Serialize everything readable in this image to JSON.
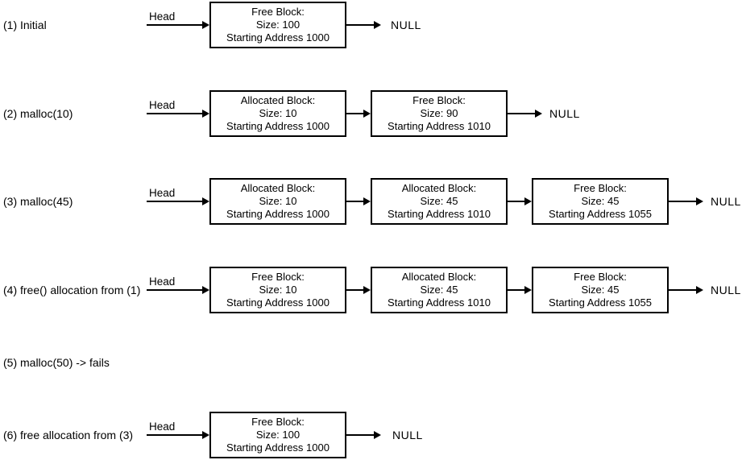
{
  "colors": {
    "background": "#ffffff",
    "stroke": "#000000",
    "text": "#000000"
  },
  "rows": [
    {
      "label": "(1) Initial",
      "head_label": "Head",
      "null_label": "NULL",
      "blocks": [
        {
          "title": "Free Block:",
          "size": "Size: 100",
          "address": "Starting Address 1000"
        }
      ]
    },
    {
      "label": "(2) malloc(10)",
      "head_label": "Head",
      "null_label": "NULL",
      "blocks": [
        {
          "title": "Allocated Block:",
          "size": "Size: 10",
          "address": "Starting Address 1000"
        },
        {
          "title": "Free Block:",
          "size": "Size: 90",
          "address": "Starting Address 1010"
        }
      ]
    },
    {
      "label": "(3) malloc(45)",
      "head_label": "Head",
      "null_label": "NULL",
      "blocks": [
        {
          "title": "Allocated Block:",
          "size": "Size: 10",
          "address": "Starting Address 1000"
        },
        {
          "title": "Allocated Block:",
          "size": "Size: 45",
          "address": "Starting Address 1010"
        },
        {
          "title": "Free Block:",
          "size": "Size: 45",
          "address": "Starting Address 1055"
        }
      ]
    },
    {
      "label": "(4) free() allocation from (1)",
      "head_label": "Head",
      "null_label": "NULL",
      "blocks": [
        {
          "title": "Free Block:",
          "size": "Size: 10",
          "address": "Starting Address 1000"
        },
        {
          "title": "Allocated Block:",
          "size": "Size: 45",
          "address": "Starting Address 1010"
        },
        {
          "title": "Free Block:",
          "size": "Size: 45",
          "address": "Starting Address 1055"
        }
      ]
    },
    {
      "label": "(5) malloc(50) -> fails",
      "blocks": []
    },
    {
      "label": "(6) free allocation from (3)",
      "head_label": "Head",
      "null_label": "NULL",
      "blocks": [
        {
          "title": "Free Block:",
          "size": "Size: 100",
          "address": "Starting Address 1000"
        }
      ]
    }
  ]
}
